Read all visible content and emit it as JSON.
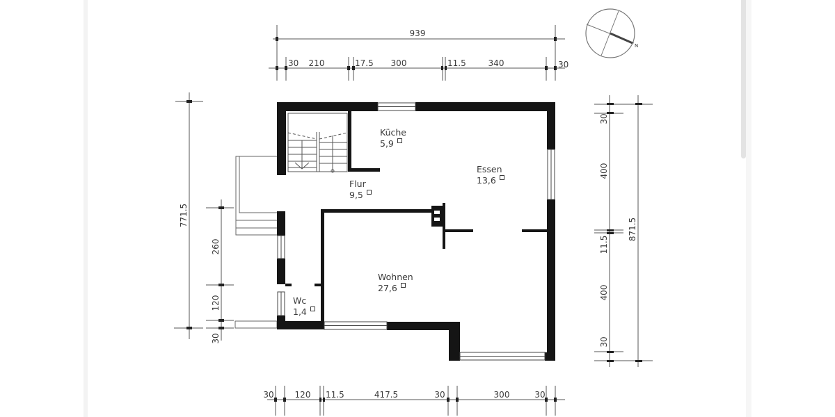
{
  "document": {
    "type": "floor-plan",
    "units": "cm",
    "compass": {
      "label": "N",
      "icon": "north-arrow-icon"
    },
    "dimensions": {
      "top_total": "939",
      "top_segments": [
        "30",
        "210",
        "17.5",
        "300",
        "11.5",
        "340",
        "30"
      ],
      "bottom_segments": [
        "30",
        "120",
        "11.5",
        "417.5",
        "30",
        "300",
        "30"
      ],
      "left_total": "771.5",
      "left_segments": [
        "260",
        "120",
        "30"
      ],
      "right_total": "871.5",
      "right_segments": [
        "30",
        "400",
        "11.5",
        "400",
        "30"
      ]
    },
    "rooms": [
      {
        "name": "Küche",
        "area": "5,9"
      },
      {
        "name": "Essen",
        "area": "13,6"
      },
      {
        "name": "Flur",
        "area": "9,5"
      },
      {
        "name": "Wohnen",
        "area": "27,6"
      },
      {
        "name": "Wc",
        "area": "1,4"
      }
    ]
  },
  "colors": {
    "wall": "#151515",
    "line": "#444444",
    "background": "#ffffff"
  }
}
